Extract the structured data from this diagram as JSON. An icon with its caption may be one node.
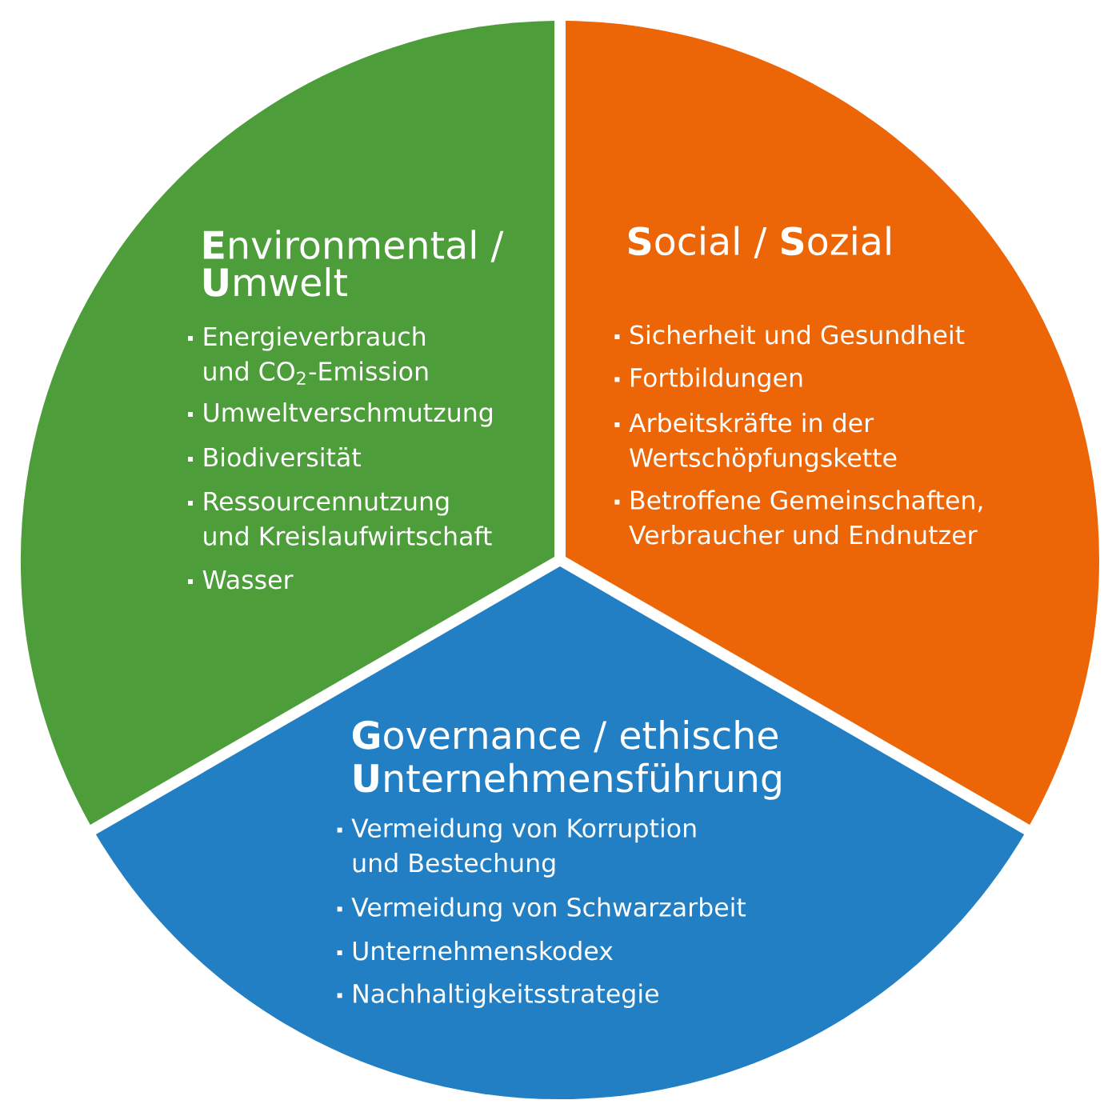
{
  "diagram": {
    "nodes": [
      {
        "text": [
          "**E**nvironmental / **U**mwelt",
          "Energieverbrauch und CO$_{2}$-Emission",
          "Umweltverschmutzung",
          "Biodiversität",
          "Ressourcennutzung und Kreislaufwirtschaft",
          "Wasser"
        ]
      },
      {
        "text": [
          "**S**ocial / **S**ozial",
          "Sicherheit und Gesundheit",
          "Fortbildungen",
          "Arbeitskräfte in der Wertschöpfungskette",
          "Betroffene Gemeinschaften, Verbraucher und Endnutzer"
        ]
      },
      {
        "text": [
          "**G**overnance / ethische **U**nternehmensführung",
          "Vermeidung von Korruption und Bestechung",
          "Vermeidung von Schwarzarbeit",
          "Unternehmenskodex",
          "Nachhaltigkeitsstrategie"
        ]
      }
    ]
  }
}
